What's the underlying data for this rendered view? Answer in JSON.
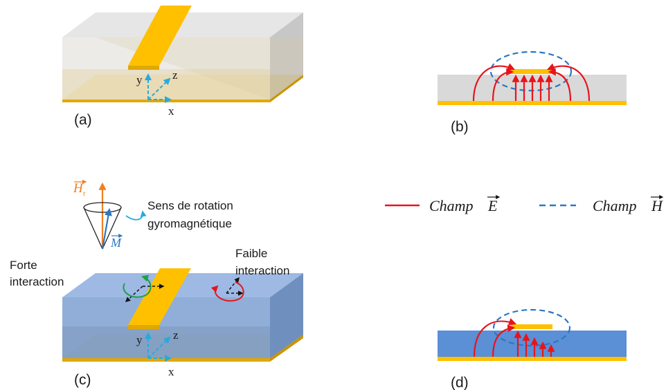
{
  "panels": {
    "a": "(a)",
    "b": "(b)",
    "c": "(c)",
    "d": "(d)"
  },
  "axes": {
    "x": "x",
    "y": "y",
    "z": "z"
  },
  "magnetic": {
    "ht_symbol": "H",
    "ht_subscript": "t",
    "m_symbol": "M",
    "rotation_label_line1": "Sens de rotation",
    "rotation_label_line2": "gyromagnétique"
  },
  "interaction": {
    "strong_line1": "Forte",
    "strong_line2": "interaction",
    "weak_line1": "Faible",
    "weak_line2": "interaction"
  },
  "legend": {
    "e_field_prefix": "Champ ",
    "e_field_symbol": "E",
    "h_field_prefix": "Champ ",
    "h_field_symbol": "H"
  },
  "colors": {
    "strip": "#ffc000",
    "dielectric": "#d9d9d9",
    "ferrite": "#5b8fd6",
    "e_field": "#e8141b",
    "h_field": "#2b78c2",
    "bias_field": "#f07e1e",
    "axis_arrow": "#27a9e1",
    "strong_rotation": "#1f9e4a",
    "weak_rotation": "#e8141b"
  }
}
